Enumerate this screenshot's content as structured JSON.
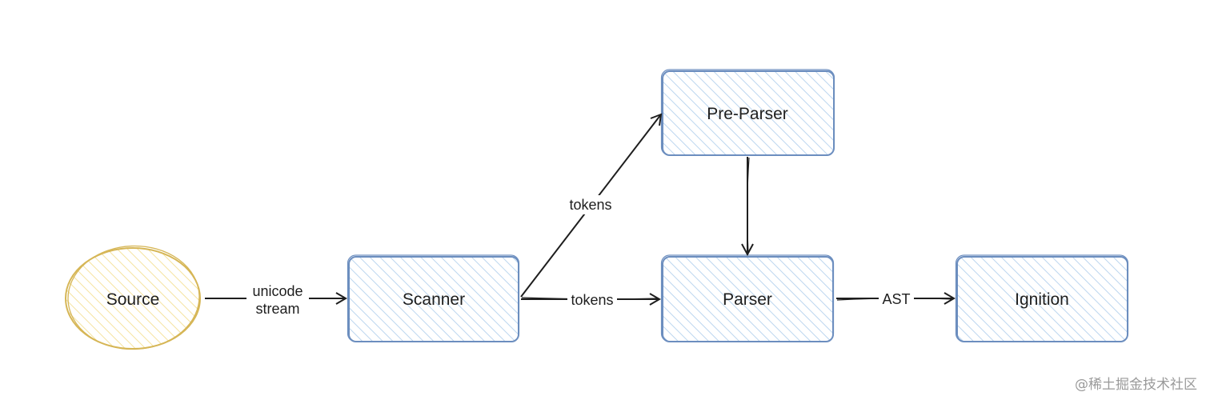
{
  "nodes": {
    "source": {
      "label": "Source"
    },
    "scanner": {
      "label": "Scanner"
    },
    "pre_parser": {
      "label": "Pre-Parser"
    },
    "parser": {
      "label": "Parser"
    },
    "ignition": {
      "label": "Ignition"
    }
  },
  "edges": {
    "source_to_scanner": {
      "line1": "unicode",
      "line2": "stream"
    },
    "scanner_to_preparser": {
      "label": "tokens"
    },
    "scanner_to_parser": {
      "label": "tokens"
    },
    "parser_to_ignition": {
      "label": "AST"
    }
  },
  "watermark": {
    "text": "@稀土掘金技术社区"
  },
  "colors": {
    "box_stroke": "#6c8ebf",
    "box_hatch": "#bcd6ef",
    "ellipse_stroke": "#d6b656",
    "ellipse_hatch": "#f5e3a0",
    "arrow": "#1e1e1e"
  }
}
